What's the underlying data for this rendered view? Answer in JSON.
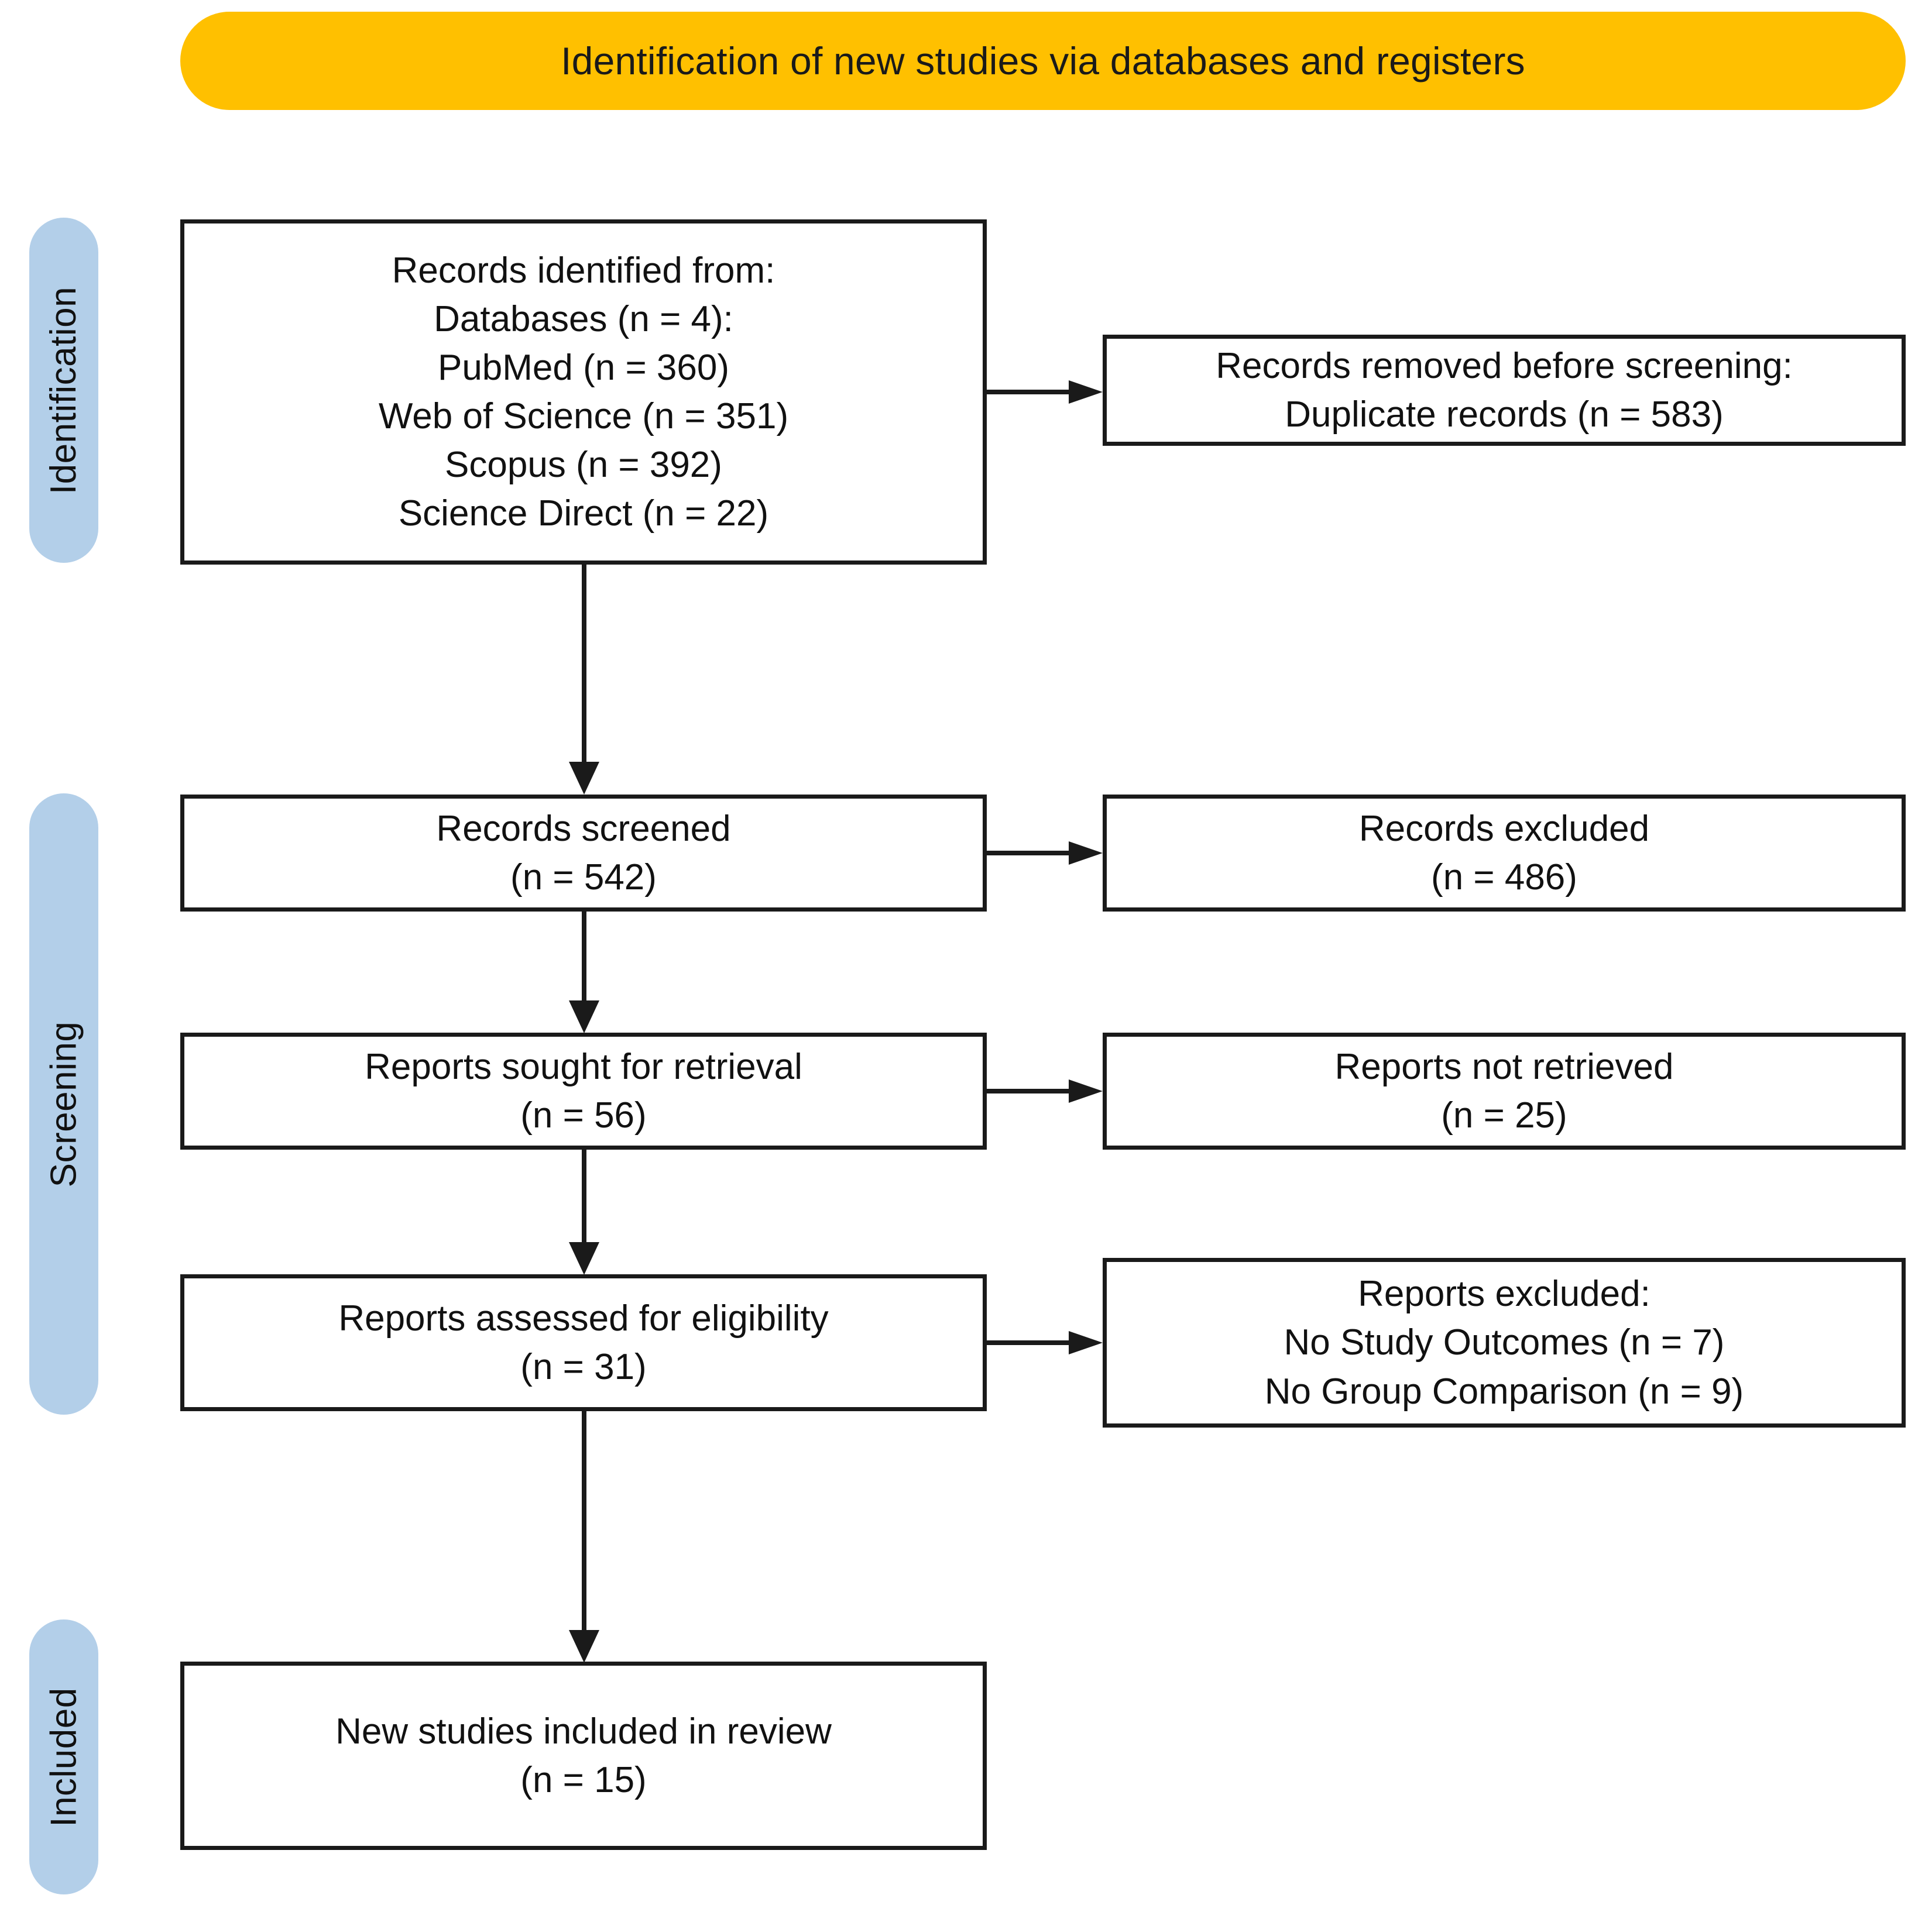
{
  "banner": {
    "title": "Identification of new studies via databases and registers",
    "color": "#FFC000"
  },
  "stages": {
    "color": "#B3CFE9",
    "items": [
      {
        "id": "identification",
        "label": "Identification"
      },
      {
        "id": "screening",
        "label": "Screening"
      },
      {
        "id": "included",
        "label": "Included"
      }
    ]
  },
  "boxes": {
    "identified": {
      "lines": [
        "Records identified from:",
        "Databases (n = 4):",
        "PubMed (n = 360)",
        "Web of Science (n = 351)",
        "Scopus (n = 392)",
        "Science Direct (n = 22)"
      ]
    },
    "removed": {
      "lines": [
        "Records removed before screening:",
        "Duplicate records (n = 583)"
      ]
    },
    "screened": {
      "lines": [
        "Records screened",
        "(n = 542)"
      ]
    },
    "excluded_records": {
      "lines": [
        "Records excluded",
        "(n = 486)"
      ]
    },
    "sought": {
      "lines": [
        "Reports sought for retrieval",
        "(n = 56)"
      ]
    },
    "not_retrieved": {
      "lines": [
        "Reports not retrieved",
        "(n = 25)"
      ]
    },
    "assessed": {
      "lines": [
        "Reports assessed for eligibility",
        "(n = 31)"
      ]
    },
    "excluded_reports": {
      "lines": [
        "Reports excluded:",
        "No Study Outcomes (n = 7)",
        "No Group Comparison (n = 9)"
      ]
    },
    "included": {
      "lines": [
        "New studies included in review",
        "(n = 15)"
      ]
    }
  },
  "counts": {
    "databases": 4,
    "pubmed": 360,
    "web_of_science": 351,
    "scopus": 392,
    "science_direct": 22,
    "duplicate_records_removed": 583,
    "records_screened": 542,
    "records_excluded": 486,
    "reports_sought": 56,
    "reports_not_retrieved": 25,
    "reports_assessed": 31,
    "excluded_no_study_outcomes": 7,
    "excluded_no_group_comparison": 9,
    "new_studies_included": 15
  },
  "connectors": [
    {
      "id": "identified-to-removed",
      "type": "horizontal-arrow"
    },
    {
      "id": "identified-to-screened",
      "type": "vertical-arrow"
    },
    {
      "id": "screened-to-excluded",
      "type": "horizontal-arrow"
    },
    {
      "id": "screened-to-sought",
      "type": "vertical-arrow"
    },
    {
      "id": "sought-to-not-retrieved",
      "type": "horizontal-arrow"
    },
    {
      "id": "sought-to-assessed",
      "type": "vertical-arrow"
    },
    {
      "id": "assessed-to-excluded",
      "type": "horizontal-arrow"
    },
    {
      "id": "assessed-to-included",
      "type": "vertical-arrow"
    }
  ]
}
